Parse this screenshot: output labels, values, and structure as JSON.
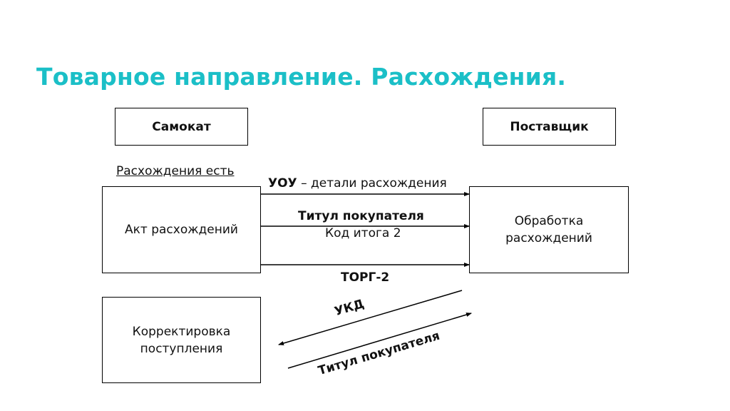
{
  "slide": {
    "title": "Товарное направление. Расхождения."
  },
  "headers": {
    "left": "Самокат",
    "right": "Поставщик"
  },
  "note": "Расхождения есть",
  "boxes": {
    "act": "Акт расхождений",
    "processing_line1": "Обработка",
    "processing_line2": "расхождений",
    "correction_line1": "Корректировка",
    "correction_line2": "поступления"
  },
  "arrows": {
    "uou_bold": "УОУ",
    "uou_rest": " – детали расхождения",
    "title_buyer": "Титул покупателя",
    "result_code": "Код итога 2",
    "torg": "ТОРГ-2",
    "ukd": "УКД",
    "title_buyer_2": "Титул покупателя"
  },
  "colors": {
    "title": "#1bbfc7",
    "lines": "#000000"
  }
}
